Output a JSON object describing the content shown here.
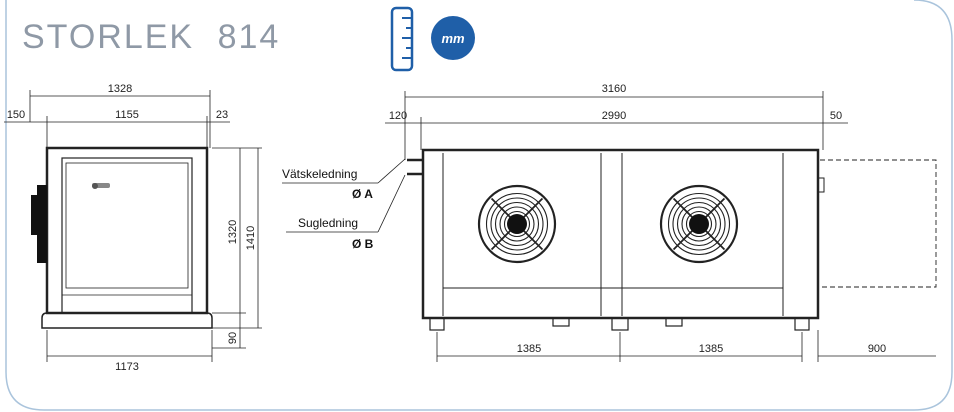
{
  "title": {
    "prefix": "STORLEK",
    "size": "814"
  },
  "unit_badge": {
    "text": "mm",
    "color": "#1f5fa8",
    "icon": "ruler-icon"
  },
  "colors": {
    "frame": "#aac4dc",
    "title": "#8f99a6",
    "line": "#222222"
  },
  "labels": {
    "liquid_line": "Vätskeledning",
    "liquid_dia": "Ø A",
    "suction_line": "Sugledning",
    "suction_dia": "Ø B"
  },
  "side_view": {
    "width_total": "1328",
    "offset_left": "150",
    "width_inner": "1155",
    "offset_right": "23",
    "height_body": "1320",
    "height_total": "1410",
    "base_height": "90",
    "foot_width": "1173"
  },
  "front_view": {
    "width_total": "3160",
    "offset_left": "120",
    "width_inner": "2990",
    "offset_right": "50",
    "foot_spacing_1": "1385",
    "foot_spacing_2": "1385",
    "service_clearance": "900"
  }
}
